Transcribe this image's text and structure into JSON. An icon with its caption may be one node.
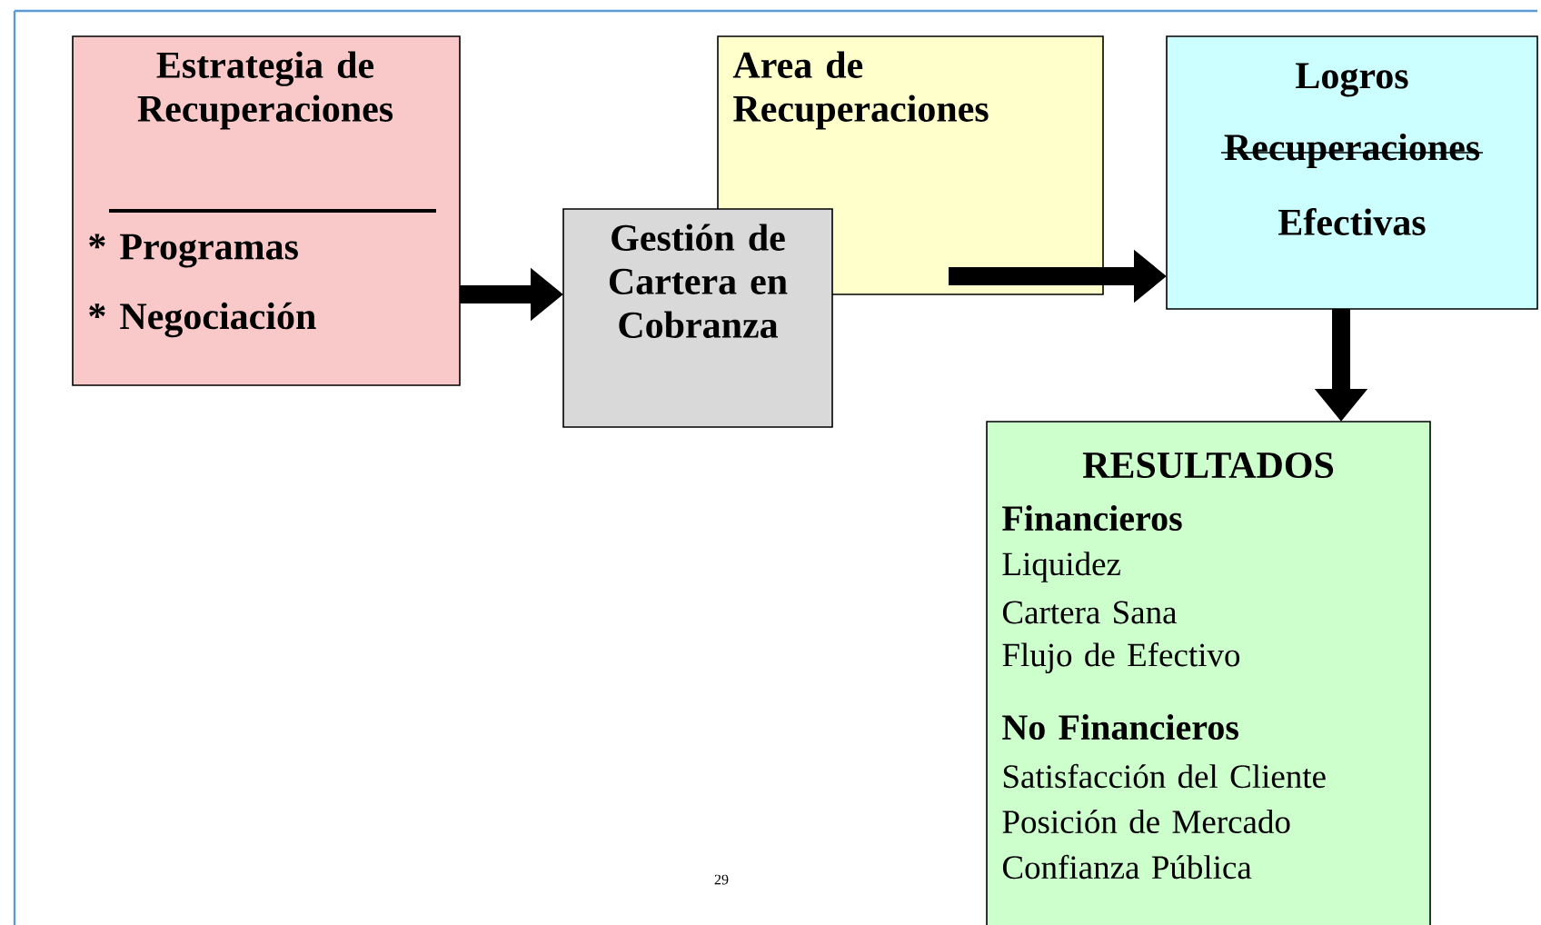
{
  "diagram": {
    "nodes": [
      {
        "text": [
          "Estrategia de Recuperaciones",
          "* Programas",
          "* Negociación"
        ]
      },
      {
        "text": [
          "Gestión de Cartera en Cobranza"
        ]
      },
      {
        "text": [
          "Area de Recuperaciones"
        ]
      },
      {
        "text": [
          "Logros",
          "Recuperaciones",
          "Efectivas"
        ]
      },
      {
        "text": [
          "RESULTADOS",
          "Financieros",
          "Liquidez",
          "Cartera Sana",
          "Flujo de Efectivo",
          "No Financieros",
          "Satisfacción del Cliente",
          "Posición de Mercado",
          "Confianza Pública"
        ]
      }
    ],
    "edges": [
      {
        "from": 0,
        "to": 1,
        "arrow": "to"
      },
      {
        "from": 2,
        "to": 3,
        "arrow": "to"
      },
      {
        "from": 3,
        "to": 4,
        "arrow": "to"
      }
    ],
    "labels": [
      "29"
    ]
  }
}
